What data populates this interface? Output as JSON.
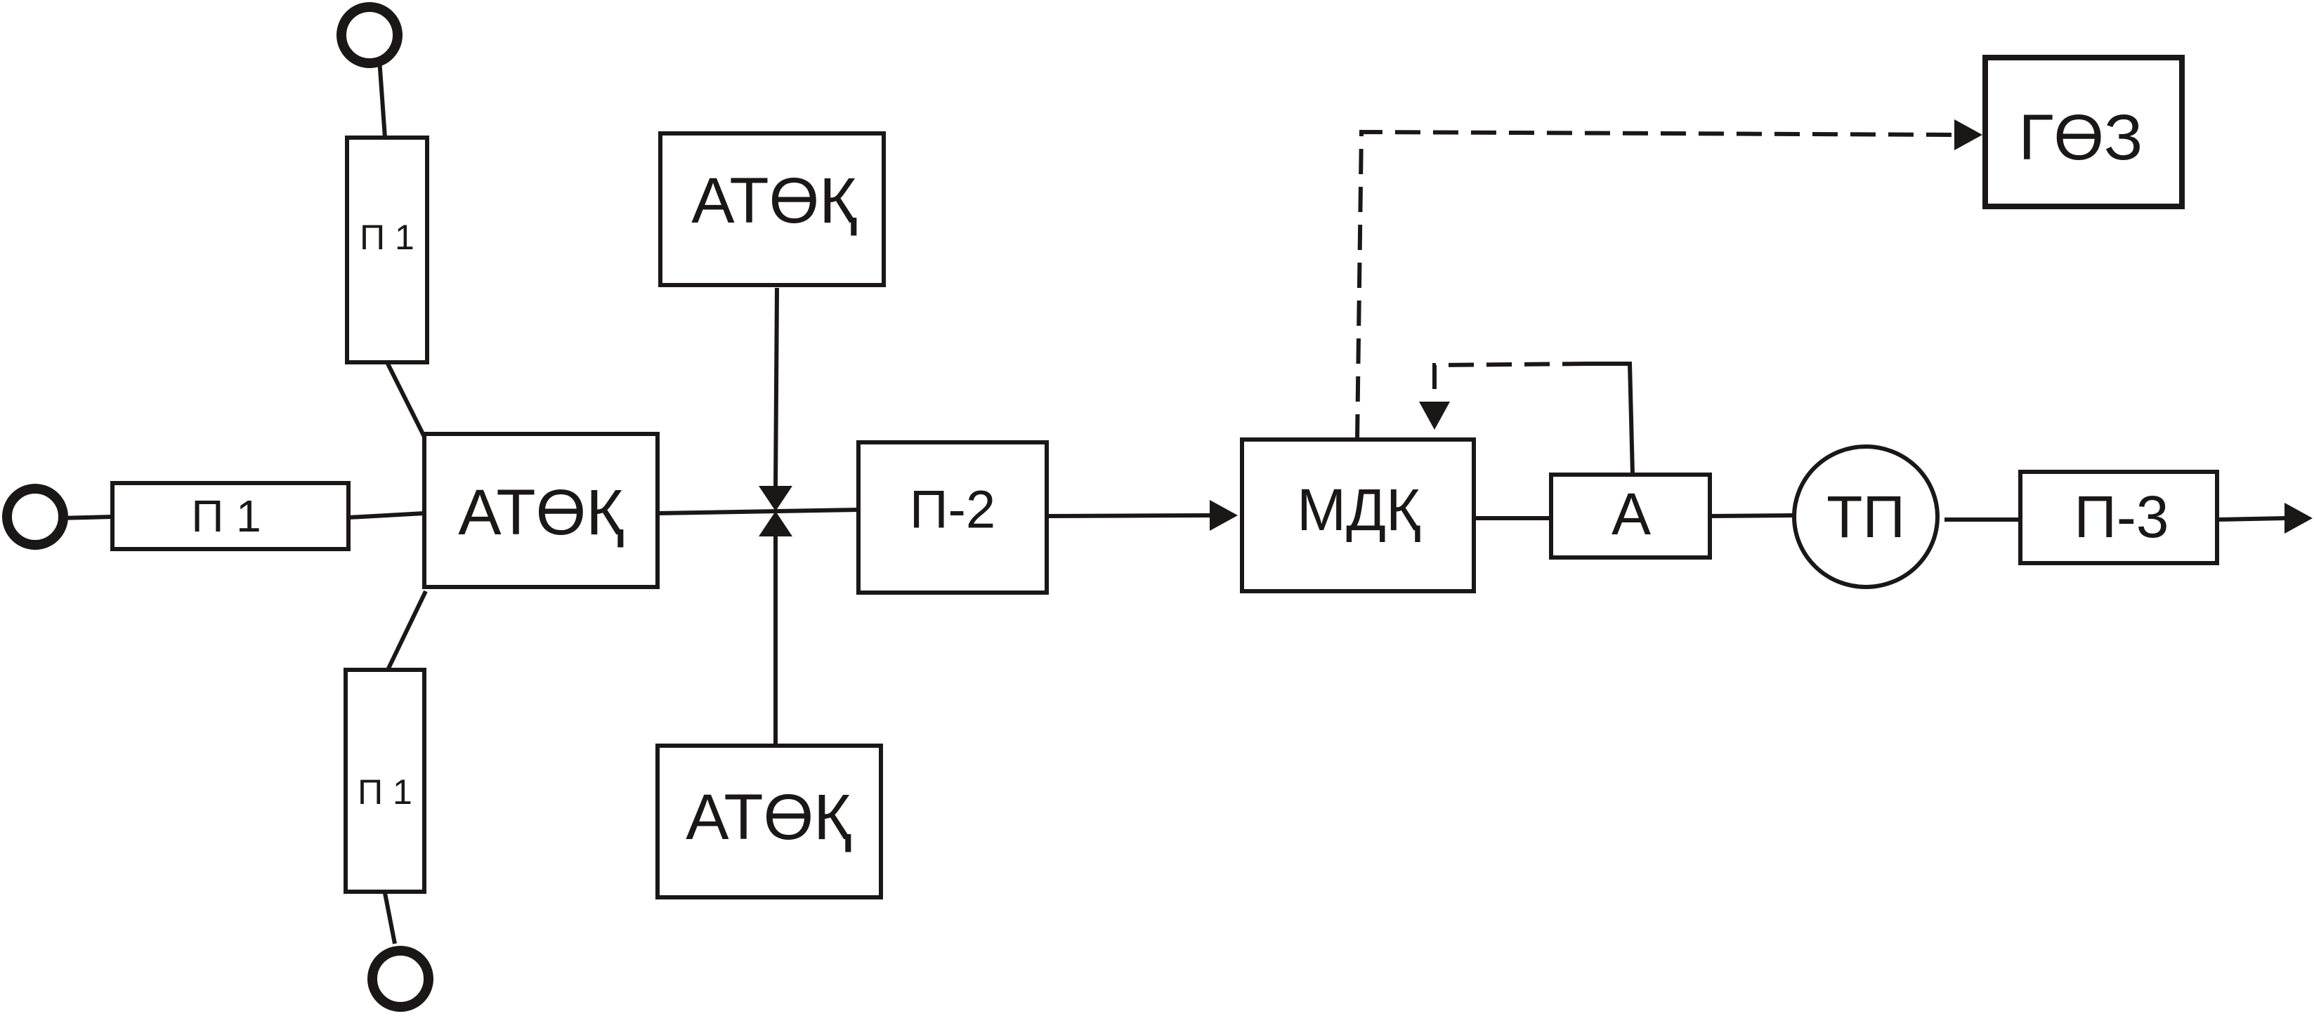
{
  "nodes": {
    "p1_top": "П 1",
    "p1_left": "П 1",
    "p1_bottom": "П 1",
    "atok_main": "АТӨҚ",
    "atok_top": "АТӨҚ",
    "atok_bottom": "АТӨҚ",
    "p2": "П-2",
    "mdk": "МДҚ",
    "a": "А",
    "tp": "ТП",
    "p3": "П-3",
    "goz": "ГӨЗ"
  }
}
